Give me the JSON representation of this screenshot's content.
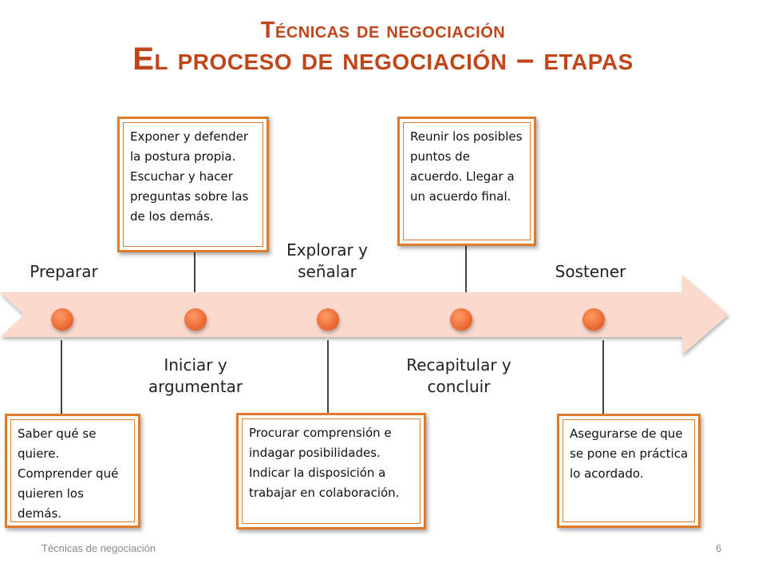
{
  "title": {
    "line1": "Técnicas de negociación",
    "line2": "El proceso de negociación – etapas"
  },
  "stages": [
    {
      "label": "Preparar",
      "description": "Saber qué se quiere. Comprender qué quieren los demás."
    },
    {
      "label": "Iniciar y argumentar",
      "description": "Exponer y defender la postura propia. Escuchar y hacer preguntas sobre las de los demás."
    },
    {
      "label": "Explorar y señalar",
      "description": "Procurar comprensión e indagar posibilidades. Indicar la disposición a trabajar en colaboración."
    },
    {
      "label": "Recapitular y concluir",
      "description": "Reunir los posibles puntos de acuerdo. Llegar a un acuerdo final."
    },
    {
      "label": "Sostener",
      "description": "Asegurarse de que se pone en práctica lo acordado."
    }
  ],
  "footer": {
    "text": "Técnicas de negociación",
    "page": "6"
  },
  "colors": {
    "title": "#c0461a",
    "accent": "#e07b2a",
    "arrow": "#fbd9cd",
    "dot": "#f0733c"
  }
}
